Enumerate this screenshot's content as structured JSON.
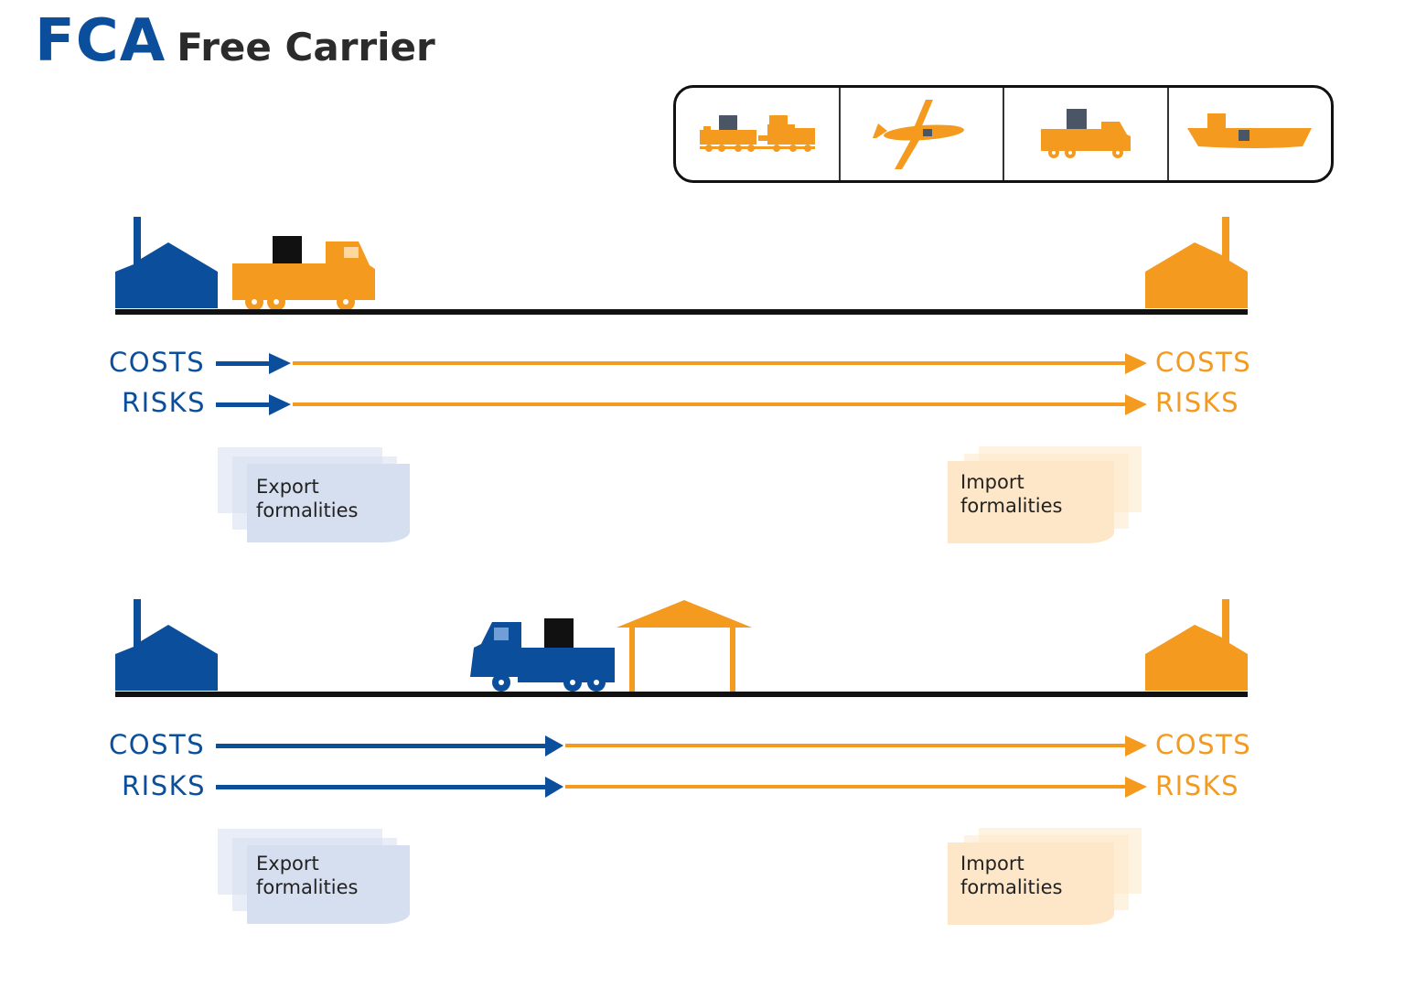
{
  "title": {
    "abbr": "FCA",
    "full": "Free Carrier"
  },
  "transport_modes": [
    "rail-icon",
    "airplane-icon",
    "truck-icon",
    "ship-icon"
  ],
  "colors": {
    "seller": "#0b4f9c",
    "buyer": "#f39a1f",
    "title_text": "#2b2b2b",
    "ground": "#111111"
  },
  "scenarios": [
    {
      "costs_left": "COSTS",
      "risks_left": "RISKS",
      "costs_right": "COSTS",
      "risks_right": "RISKS",
      "export_doc": [
        "Export",
        "formalities"
      ],
      "import_doc": [
        "Import",
        "formalities"
      ]
    },
    {
      "costs_left": "COSTS",
      "risks_left": "RISKS",
      "costs_right": "COSTS",
      "risks_right": "RISKS",
      "export_doc": [
        "Export",
        "formalities"
      ],
      "import_doc": [
        "Import",
        "formalities"
      ]
    }
  ]
}
